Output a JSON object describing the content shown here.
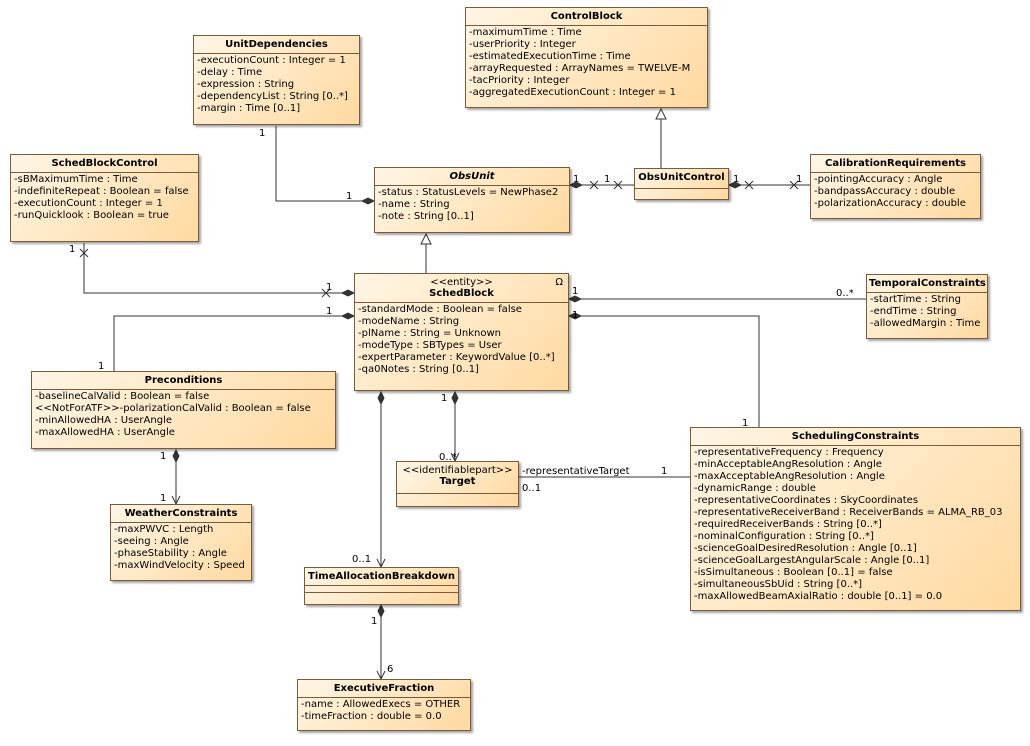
{
  "classes": {
    "control_block": {
      "name": "ControlBlock",
      "attrs": [
        "-maximumTime : Time",
        "-userPriority : Integer",
        "-estimatedExecutionTime : Time",
        "-arrayRequested : ArrayNames = TWELVE-M",
        "-tacPriority : Integer",
        "-aggregatedExecutionCount : Integer = 1"
      ]
    },
    "unit_dependencies": {
      "name": "UnitDependencies",
      "attrs": [
        "-executionCount : Integer = 1",
        "-delay : Time",
        "-expression : String",
        "-dependencyList : String [0..*]",
        "-margin : Time [0..1]"
      ]
    },
    "sched_block_control": {
      "name": "SchedBlockControl",
      "attrs": [
        "-sBMaximumTime : Time",
        "-indefiniteRepeat : Boolean = false",
        "-executionCount : Integer = 1",
        "-runQuicklook : Boolean = true"
      ]
    },
    "obs_unit": {
      "name": "ObsUnit",
      "attrs": [
        "-status : StatusLevels = NewPhase2",
        "-name : String",
        "-note : String [0..1]"
      ]
    },
    "obs_unit_control": {
      "name": "ObsUnitControl"
    },
    "calibration_requirements": {
      "name": "CalibrationRequirements",
      "attrs": [
        "-pointingAccuracy : Angle",
        "-bandpassAccuracy : double",
        "-polarizationAccuracy : double"
      ]
    },
    "sched_block": {
      "stereotype": "<<entity>>",
      "name": "SchedBlock",
      "symbol": "Ω",
      "attrs": [
        "-standardMode : Boolean = false",
        "-modeName : String",
        "-plName : String = Unknown",
        "-modeType : SBTypes = User",
        "-expertParameter : KeywordValue [0..*]",
        "-qa0Notes : String [0..1]"
      ]
    },
    "temporal_constraints": {
      "name": "TemporalConstraints",
      "attrs": [
        "-startTime : String",
        "-endTime : String",
        "-allowedMargin : Time"
      ]
    },
    "preconditions": {
      "name": "Preconditions",
      "attrs": [
        "-baselineCalValid : Boolean = false",
        "<<NotForATF>>-polarizationCalValid : Boolean = false",
        "-minAllowedHA : UserAngle",
        "-maxAllowedHA : UserAngle"
      ]
    },
    "weather_constraints": {
      "name": "WeatherConstraints",
      "attrs": [
        "-maxPWVC : Length",
        "-seeing : Angle",
        "-phaseStability : Angle",
        "-maxWindVelocity : Speed"
      ]
    },
    "target": {
      "stereotype": "<<identifiablepart>>",
      "name": "Target"
    },
    "scheduling_constraints": {
      "name": "SchedulingConstraints",
      "attrs": [
        "-representativeFrequency : Frequency",
        "-minAcceptableAngResolution : Angle",
        "-maxAcceptableAngResolution : Angle",
        "-dynamicRange : double",
        "-representativeCoordinates : SkyCoordinates",
        "-representativeReceiverBand : ReceiverBands = ALMA_RB_03",
        "-requiredReceiverBands : String [0..*]",
        "-nominalConfiguration : String [0..*]",
        "-scienceGoalDesiredResolution : Angle [0..1]",
        "-scienceGoalLargestAngularScale : Angle [0..1]",
        "-isSimultaneous : Boolean [0..1] = false",
        "-simultaneousSbUid : String [0..*]",
        "-maxAllowedBeamAxialRatio : double [0..1] = 0.0"
      ]
    },
    "time_allocation_breakdown": {
      "name": "TimeAllocationBreakdown"
    },
    "executive_fraction": {
      "name": "ExecutiveFraction",
      "attrs": [
        "-name : AllowedExecs = OTHER",
        "-timeFraction : double = 0.0"
      ]
    }
  },
  "labels": {
    "ud_one": "1",
    "ou_left_one": "1",
    "ou_right_one": "1",
    "ouc_left_one": "1",
    "ouc_right_one": "1",
    "cr_one": "1",
    "sbc_one": "1",
    "sb_left_one_a": "1",
    "sb_left_one_b": "1",
    "pre_one": "1",
    "sb_right_one": "1",
    "tc_mult": "0..*",
    "sched_one": "1",
    "sb_bottom_one": "1",
    "target_mult": "0..*",
    "pre_bottom_one": "1",
    "wc_one": "1",
    "tab_mult": "0..1",
    "rep_target_role": "-representativeTarget",
    "rep_target_mult": "0..1",
    "rep_target_one": "1",
    "tab_one": "1",
    "ef_mult": "6"
  }
}
